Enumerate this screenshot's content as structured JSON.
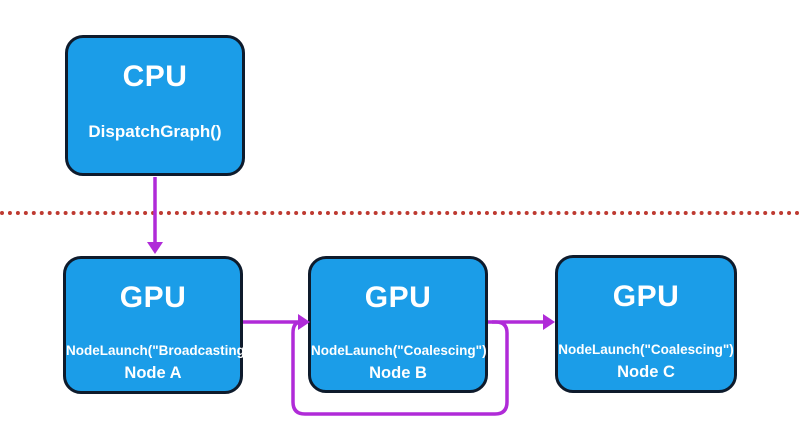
{
  "nodes": {
    "cpu": {
      "title": "CPU",
      "subtitle": "DispatchGraph()"
    },
    "gpu_a": {
      "title": "GPU",
      "call": "NodeLaunch(\"Broadcasting\")",
      "name": "Node A"
    },
    "gpu_b": {
      "title": "GPU",
      "call": "NodeLaunch(\"Coalescing\")",
      "name": "Node B"
    },
    "gpu_c": {
      "title": "GPU",
      "call": "NodeLaunch(\"Coalescing\")",
      "name": "Node C"
    }
  },
  "edges": [
    {
      "from": "cpu",
      "to": "gpu_a",
      "type": "arrow"
    },
    {
      "from": "gpu_a",
      "to": "gpu_b",
      "type": "arrow"
    },
    {
      "from": "gpu_b",
      "to": "gpu_c",
      "type": "arrow"
    },
    {
      "from": "gpu_b",
      "to": "gpu_b",
      "type": "self-loop-under-box"
    }
  ],
  "divider": {
    "style": "dotted",
    "meaning": "CPU / GPU boundary"
  },
  "colors": {
    "node_fill": "#1b9de8",
    "node_border": "#0e1b2c",
    "node_text": "#ffffff",
    "arrow": "#b02bd8",
    "divider": "#be3a31"
  }
}
